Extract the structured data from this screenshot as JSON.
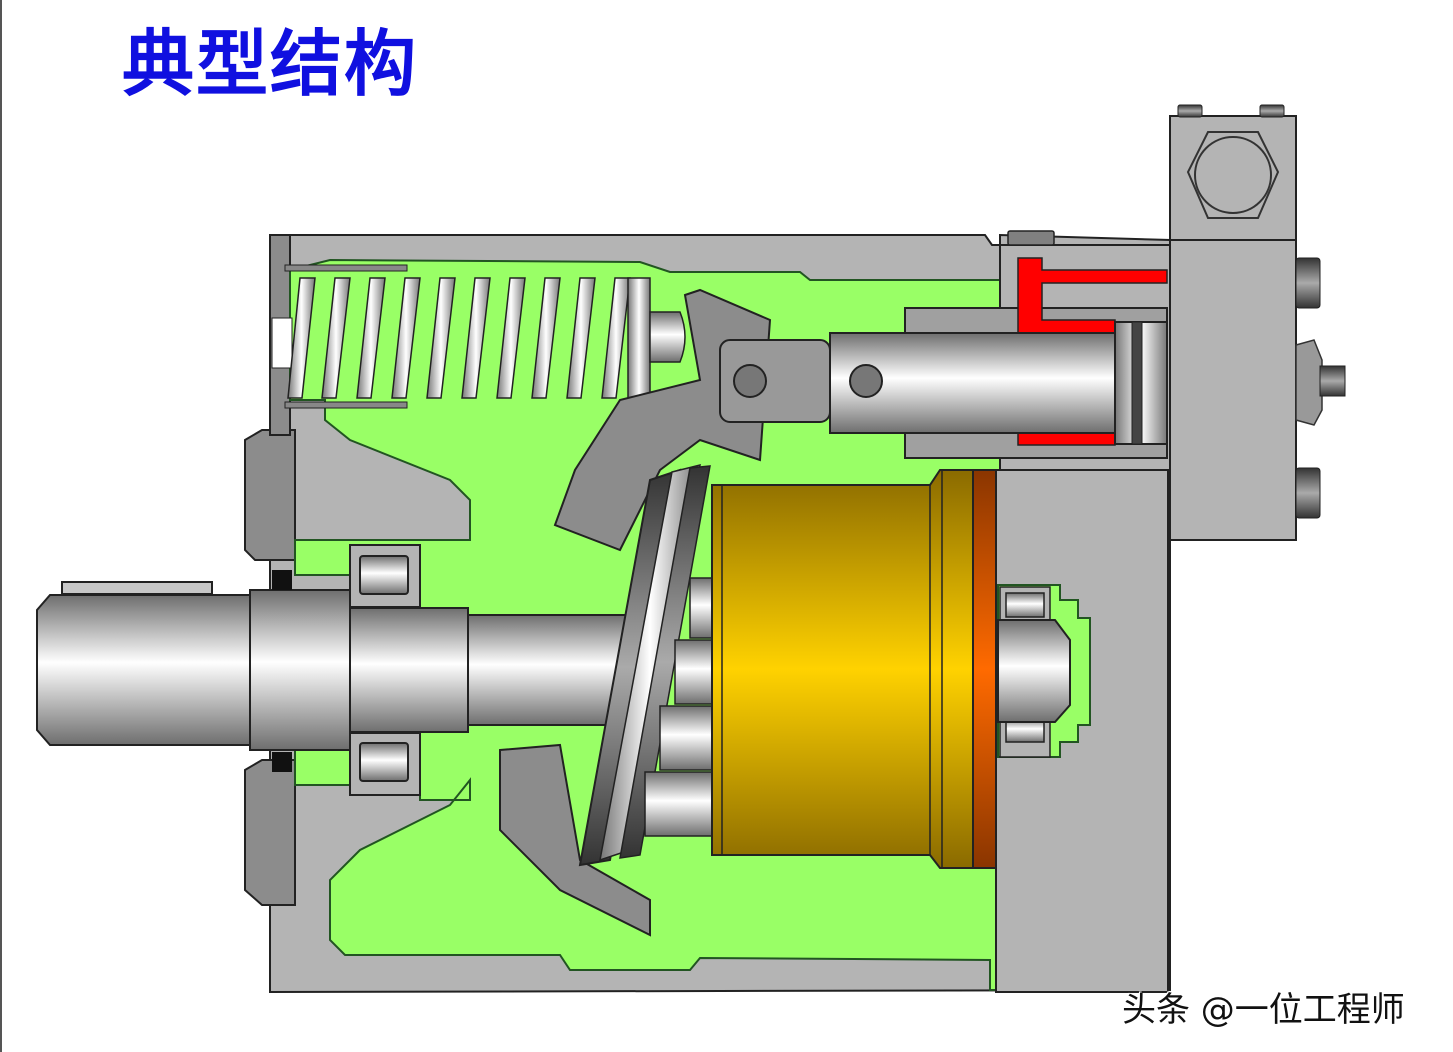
{
  "title": "典型结构",
  "watermark": "头条 @一位工程师",
  "diagram": {
    "subject": "axial piston pump cross-section",
    "components": [
      "housing",
      "drive-shaft",
      "shaft-seal",
      "front-bearing",
      "rear-bearing",
      "return-spring",
      "swashplate",
      "slipper-plate",
      "pistons",
      "cylinder-block",
      "valve-plate",
      "control-piston",
      "control-valve-block",
      "adjusting-screw",
      "plug-bolt"
    ],
    "colors": {
      "title": "#1010e0",
      "oil_fill": "#99ff66",
      "housing": "#b4b4b4",
      "housing_dark": "#808080",
      "cylinder_block": "#ffd000",
      "valve_plate": "#ff6600",
      "control_pressure": "#ff0000",
      "outline": "#222222"
    }
  }
}
